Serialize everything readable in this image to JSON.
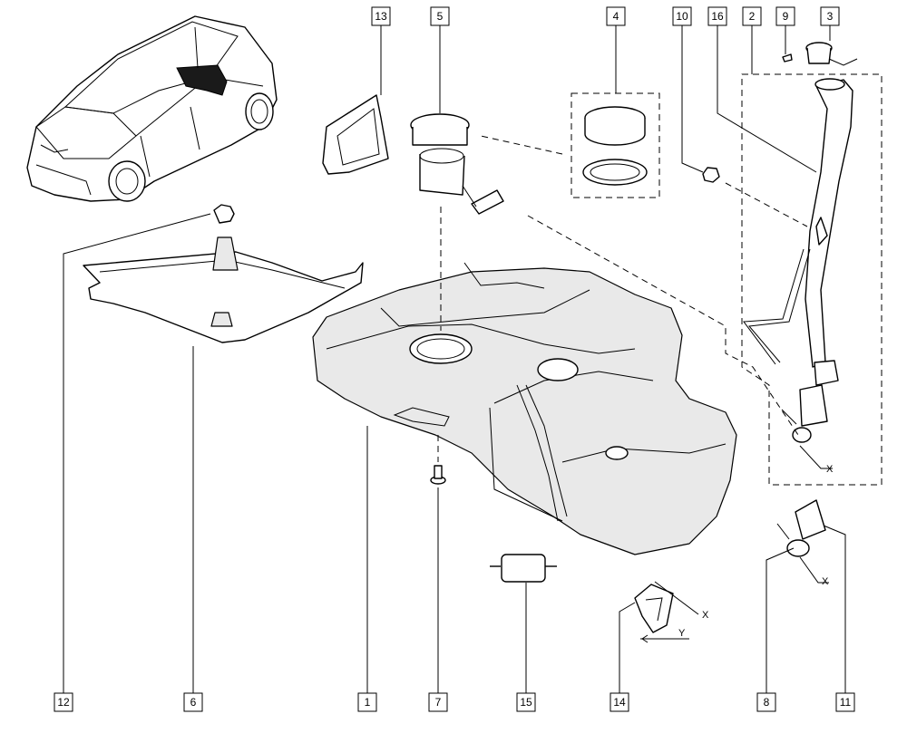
{
  "callouts": {
    "c13": "13",
    "c5": "5",
    "c4": "4",
    "c10": "10",
    "c16": "16",
    "c2": "2",
    "c9": "9",
    "c3": "3",
    "c12": "12",
    "c6": "6",
    "c1": "1",
    "c7": "7",
    "c15": "15",
    "c14": "14",
    "c8": "8",
    "c11": "11"
  },
  "markers": {
    "x_filler": "X",
    "x_hose": "X",
    "x_clip": "X",
    "y_clip": "Y"
  }
}
